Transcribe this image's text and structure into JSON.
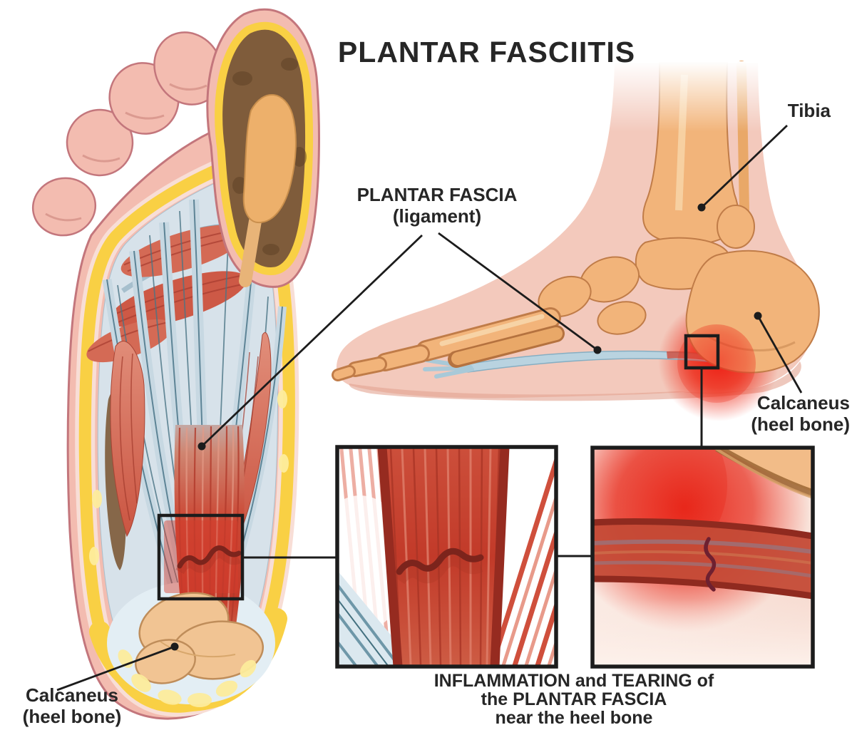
{
  "title": "PLANTAR FASCIITIS",
  "annotations": {
    "tibia": {
      "label": "Tibia"
    },
    "plantar_fascia": {
      "line1": "PLANTAR FASCIA",
      "line2": "(ligament)"
    },
    "calcaneus_lateral": {
      "line1": "Calcaneus",
      "line2": "(heel bone)"
    },
    "calcaneus_plantar": {
      "line1": "Calcaneus",
      "line2": "(heel bone)"
    }
  },
  "caption": {
    "line1": "INFLAMMATION and TEARING of",
    "line2": "the PLANTAR FASCIA",
    "line3": "near the heel bone"
  },
  "colors": {
    "ink": "#262626",
    "line": "#1c1c1c",
    "skin": "#f3bcb0",
    "skinline": "#c3767c",
    "skinside": "#f3c9bc",
    "skinshadow": "#e2a391",
    "skinband": "#f8ded6",
    "fat": "#f9d044",
    "fatpale": "#fdec9c",
    "cavity": "#d7e2ea",
    "fascia": "#c7d8e2",
    "fascialine": "#5d8496",
    "fasciaside": "#b9d3e0",
    "muscle": "#d46a55",
    "muscledeep": "#c23a29",
    "tear": "#7c241c",
    "inflame": "#ee2214",
    "bone": "#f2b47a",
    "boneline": "#c07c48",
    "bonelight": "#f8d7ab",
    "heelbone": "#f1c493",
    "heelboneline": "#bf8d5a",
    "brown": "#7f5c3b",
    "pocket": "#e3eef4"
  }
}
